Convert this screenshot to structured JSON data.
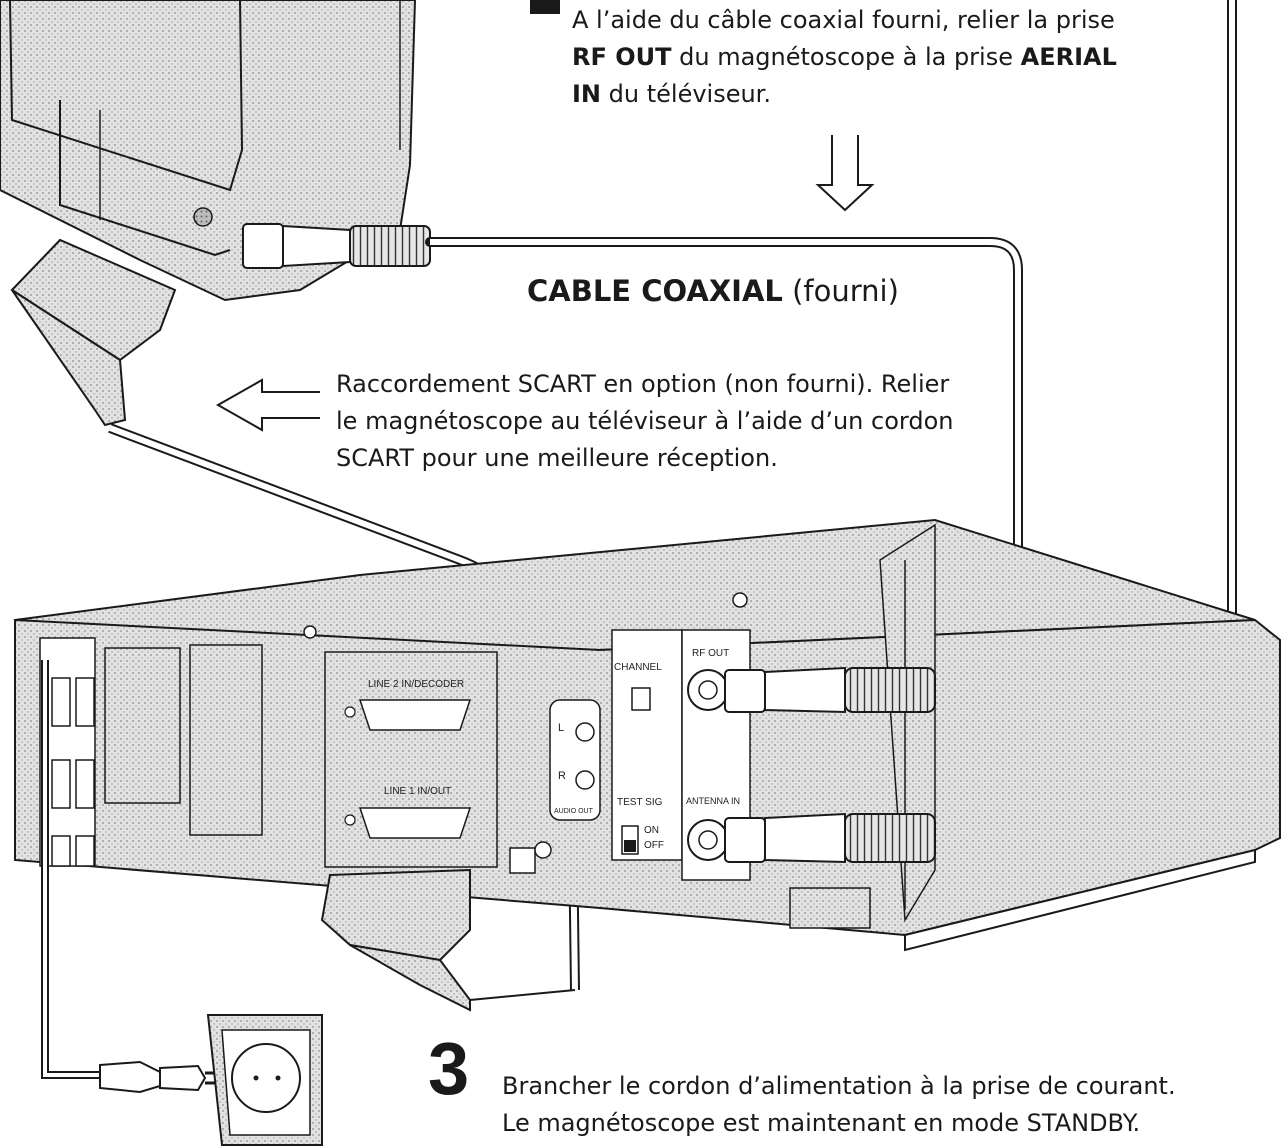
{
  "step2": {
    "line1": "A l’aide du câble coaxial fourni, relier la prise",
    "line2_bold_a": "RF OUT",
    "line2_text": " du magnétoscope à la prise ",
    "line2_bold_b": "AERIAL",
    "line3_bold": "IN",
    "line3_text": " du téléviseur."
  },
  "cable_label": {
    "bold": "CABLE COAXIAL",
    "normal": " (fourni)"
  },
  "scart_note": {
    "line1": "Raccordement SCART en option (non fourni). Relier",
    "line2": "le magnétoscope au téléviseur à l’aide d’un cordon",
    "line3": "SCART pour une meilleure réception."
  },
  "step3": {
    "number": "3",
    "line1": "Brancher le cordon d’alimentation à la prise de courant.",
    "line2": "Le magnétoscope est maintenant en mode STANDBY."
  },
  "vcr_panel": {
    "line2": "LINE 2 IN/DECODER",
    "line1": "LINE 1 IN/OUT",
    "channel": "CHANNEL",
    "rf_out": "RF OUT",
    "antenna_in": "ANTENNA IN",
    "test_sig": "TEST SIG",
    "on": "ON",
    "off": "OFF",
    "audio_out": "AUDIO OUT",
    "l": "L",
    "r": "R"
  },
  "colors": {
    "line": "#1a1a1a",
    "body_fill": "#cfcfcf",
    "paper": "#ffffff"
  }
}
